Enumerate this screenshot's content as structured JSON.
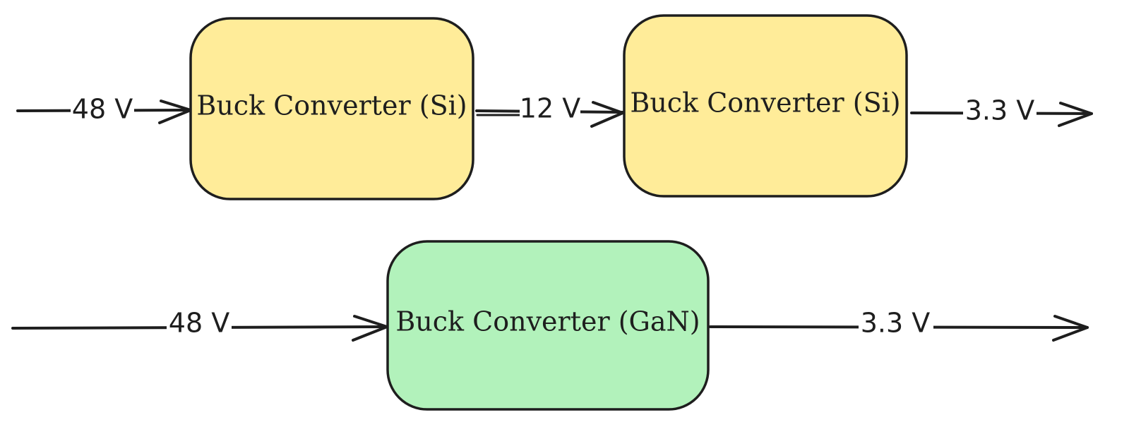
{
  "diagram": {
    "boxes": [
      {
        "id": "si-1",
        "label": "Buck Converter (Si)",
        "fill": "#ffec99"
      },
      {
        "id": "si-2",
        "label": "Buck Converter (Si)",
        "fill": "#ffec99"
      },
      {
        "id": "gan",
        "label": "Buck Converter (GaN)",
        "fill": "#b2f2bb"
      }
    ],
    "wires": [
      {
        "id": "si-input",
        "label": "48 V"
      },
      {
        "id": "si-intermediate",
        "label": "12 V"
      },
      {
        "id": "si-output",
        "label": "3.3 V"
      },
      {
        "id": "gan-input",
        "label": "48 V"
      },
      {
        "id": "gan-output",
        "label": "3.3 V"
      }
    ]
  }
}
